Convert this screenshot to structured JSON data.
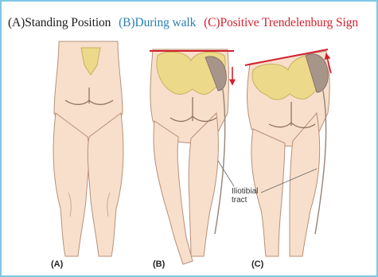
{
  "header": {
    "a": "(A)Standing Position",
    "b": "(B)During walk",
    "c": "(C)Positive Trendelenburg Sign"
  },
  "colors": {
    "a": "#1a1a1a",
    "b": "#2b7fb3",
    "c": "#d3212d",
    "border": "#7ec8e3",
    "skin": "#f7dfcb",
    "bone": "#ecd98a",
    "arrow": "#d3212d"
  },
  "labels": {
    "panel_a": "(A)",
    "panel_b": "(B)",
    "panel_c": "(C)",
    "tract_line1": "Iliotibial",
    "tract_line2": "tract"
  }
}
